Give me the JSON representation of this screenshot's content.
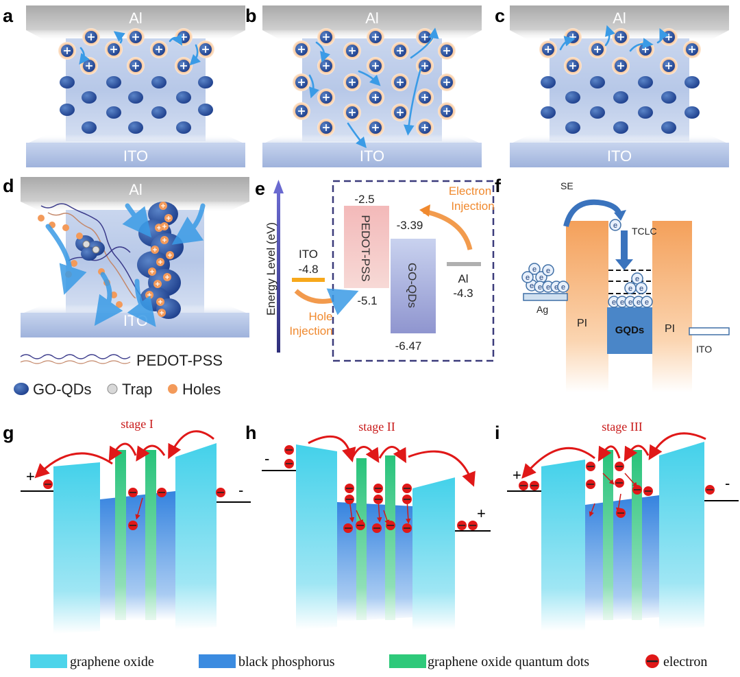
{
  "panel_letters": {
    "a": "a",
    "b": "b",
    "c": "c",
    "d": "d",
    "e": "e",
    "f": "f",
    "g": "g",
    "h": "h",
    "i": "i"
  },
  "device": {
    "top_electrode": "Al",
    "bottom_electrode": "ITO"
  },
  "panel_d": {
    "legend": {
      "polymer": "PEDOT-PSS",
      "dots": "GO-QDs",
      "trap": "Trap",
      "holes": "Holes"
    }
  },
  "panel_e": {
    "y_axis_label": "Energy Level (eV)",
    "ito": {
      "name": "ITO",
      "value": "-4.8"
    },
    "pedot": {
      "name": "PEDOT-PSS",
      "top": "-2.5",
      "bottom": "-5.1"
    },
    "goqds": {
      "name": "GO-QDs",
      "top": "-3.39",
      "bottom": "-6.47"
    },
    "al": {
      "name": "Al",
      "value": "-4.3"
    },
    "hole_injection": [
      "Hole",
      "Injection"
    ],
    "electron_injection": [
      "Electron",
      "Injection"
    ],
    "colors": {
      "ito": "#f7a81b",
      "al": "#b0b0b0",
      "injection": "#f0892e",
      "frame": "#3a3a7a"
    }
  },
  "panel_f": {
    "se": "SE",
    "tclc": "TCLC",
    "ag": "Ag",
    "pi_left": "PI",
    "pi_right": "PI",
    "gqds": "GQDs",
    "ito": "ITO",
    "electron_symbol": "e",
    "colors": {
      "pi": "#f7a35c",
      "gqds": "#4a86c8"
    }
  },
  "stages": {
    "g": "stage I",
    "h": "stage II",
    "i": "stage III"
  },
  "polarity": {
    "g_left": "+",
    "g_right": "-",
    "h_left": "-",
    "h_right": "+",
    "i_left": "+",
    "i_right": "-"
  },
  "bottom_legend": {
    "items": [
      {
        "label": "graphene oxide",
        "color": "#4dd4ea"
      },
      {
        "label": "black phosphorus",
        "color": "#3b8be0"
      },
      {
        "label": "graphene oxide quantum dots",
        "color": "#2ec97a"
      },
      {
        "label": "electron",
        "color": "#e01818"
      }
    ]
  }
}
